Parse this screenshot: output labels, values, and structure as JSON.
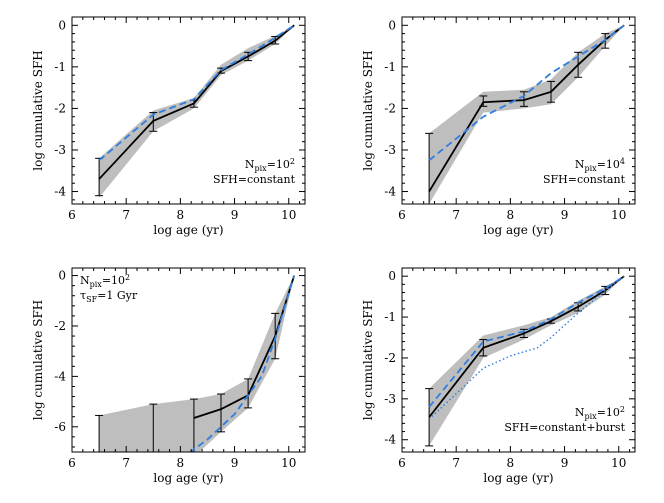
{
  "chart_data": [
    {
      "type": "line",
      "xlabel": "log age (yr)",
      "ylabel": "log cumulative SFH",
      "xlim": [
        6,
        10.3
      ],
      "ylim": [
        -4.3,
        0.2
      ],
      "xticks": [
        6,
        7,
        8,
        9,
        10
      ],
      "yticks": [
        -4,
        -3,
        -2,
        -1,
        0
      ],
      "annotation": [
        "N_pix=10^2",
        "SFH=constant"
      ],
      "x": [
        6.5,
        7.5,
        8.25,
        8.75,
        9.25,
        9.75,
        10.1
      ],
      "series": [
        {
          "values": [
            -3.7,
            -2.3,
            -1.88,
            -1.1,
            -0.75,
            -0.37,
            0
          ]
        },
        {
          "values": [
            -3.25,
            -2.15,
            -1.78,
            -1.08,
            -0.7,
            -0.3,
            0
          ]
        }
      ],
      "band": {
        "upper": [
          -3.2,
          -2.05,
          -1.75,
          -0.95,
          -0.55,
          -0.25,
          0
        ],
        "lower": [
          -4.15,
          -2.55,
          -2.0,
          -1.2,
          -0.85,
          -0.45,
          0
        ]
      },
      "errorbars": [
        {
          "x": 6.5,
          "low": -4.1,
          "high": -3.2
        },
        {
          "x": 7.5,
          "low": -2.55,
          "high": -2.1
        },
        {
          "x": 8.25,
          "low": -1.97,
          "high": -1.8
        },
        {
          "x": 8.75,
          "low": -1.15,
          "high": -1.03
        },
        {
          "x": 9.25,
          "low": -0.85,
          "high": -0.65
        },
        {
          "x": 9.75,
          "low": -0.45,
          "high": -0.27
        }
      ]
    },
    {
      "type": "line",
      "xlabel": "log age (yr)",
      "ylabel": "log cumulative SFH",
      "xlim": [
        6,
        10.3
      ],
      "ylim": [
        -4.3,
        0.2
      ],
      "xticks": [
        6,
        7,
        8,
        9,
        10
      ],
      "yticks": [
        -4,
        -3,
        -2,
        -1,
        0
      ],
      "annotation": [
        "N_pix=10^4",
        "SFH=constant"
      ],
      "x": [
        6.5,
        7.5,
        8.25,
        8.75,
        9.25,
        9.75,
        10.1
      ],
      "series": [
        {
          "values": [
            -4.0,
            -1.85,
            -1.8,
            -1.6,
            -0.95,
            -0.35,
            0
          ]
        },
        {
          "values": [
            -3.25,
            -2.2,
            -1.7,
            -1.15,
            -0.75,
            -0.35,
            0
          ]
        }
      ],
      "band": {
        "upper": [
          -2.6,
          -1.6,
          -1.55,
          -1.3,
          -0.65,
          -0.2,
          0
        ],
        "lower": [
          -4.3,
          -2.1,
          -2.0,
          -1.9,
          -1.25,
          -0.5,
          0
        ]
      },
      "errorbars": [
        {
          "x": 6.5,
          "low": -4.3,
          "high": -2.6
        },
        {
          "x": 7.5,
          "low": -1.95,
          "high": -1.7
        },
        {
          "x": 8.25,
          "low": -1.95,
          "high": -1.6
        },
        {
          "x": 8.75,
          "low": -1.85,
          "high": -1.35
        },
        {
          "x": 9.25,
          "low": -1.25,
          "high": -0.65
        },
        {
          "x": 9.75,
          "low": -0.55,
          "high": -0.2
        }
      ]
    },
    {
      "type": "line",
      "xlabel": "log age (yr)",
      "ylabel": "log cumulative SFH",
      "xlim": [
        6,
        10.3
      ],
      "ylim": [
        -7,
        0.3
      ],
      "xticks": [
        6,
        7,
        8,
        9,
        10
      ],
      "yticks": [
        -6,
        -4,
        -2,
        0
      ],
      "annotation": [
        "N_pix=10^2",
        "τ_SF=1 Gyr"
      ],
      "x": [
        8.25,
        8.75,
        9.25,
        9.75,
        10.1
      ],
      "series": [
        {
          "values": [
            -5.65,
            -5.3,
            -4.75,
            -2.4,
            0
          ]
        },
        {
          "x": [
            8.0,
            8.5,
            9.0,
            9.5,
            9.75,
            10.1
          ],
          "values": [
            -7.3,
            -6.5,
            -5.5,
            -4.0,
            -2.5,
            0
          ]
        }
      ],
      "band": {
        "x": [
          6.5,
          7.5,
          8.25,
          8.75,
          9.25,
          9.75,
          10.1
        ],
        "upper": [
          -5.55,
          -5.1,
          -4.9,
          -4.7,
          -4.1,
          -1.5,
          0
        ],
        "lower": [
          -7.2,
          -7.2,
          -7.2,
          -6.2,
          -5.25,
          -3.3,
          0
        ]
      },
      "errorbars": [
        {
          "x": 6.5,
          "low": -7.2,
          "high": -5.55
        },
        {
          "x": 7.5,
          "low": -7.2,
          "high": -5.1
        },
        {
          "x": 8.25,
          "low": -7.2,
          "high": -4.9
        },
        {
          "x": 8.75,
          "low": -6.2,
          "high": -4.7
        },
        {
          "x": 9.25,
          "low": -5.25,
          "high": -4.1
        },
        {
          "x": 9.75,
          "low": -3.3,
          "high": -1.5
        }
      ]
    },
    {
      "type": "line",
      "xlabel": "log age (yr)",
      "ylabel": "log cumulative SFH",
      "xlim": [
        6,
        10.3
      ],
      "ylim": [
        -4.3,
        0.2
      ],
      "xticks": [
        6,
        7,
        8,
        9,
        10
      ],
      "yticks": [
        -4,
        -3,
        -2,
        -1,
        0
      ],
      "annotation": [
        "N_pix=10^2",
        "SFH=constant+burst"
      ],
      "x": [
        6.5,
        7.5,
        8.25,
        8.75,
        9.25,
        9.75,
        10.1
      ],
      "series": [
        {
          "values": [
            -3.45,
            -1.75,
            -1.4,
            -1.1,
            -0.75,
            -0.35,
            0
          ]
        },
        {
          "values": [
            -3.2,
            -1.6,
            -1.35,
            -1.05,
            -0.65,
            -0.3,
            0
          ]
        },
        {
          "x": [
            6.5,
            7.5,
            8.0,
            8.5,
            8.75,
            9.25,
            9.75,
            10.1
          ],
          "values": [
            -3.5,
            -2.25,
            -1.95,
            -1.75,
            -1.5,
            -0.9,
            -0.35,
            0
          ]
        }
      ],
      "band": {
        "upper": [
          -2.75,
          -1.45,
          -1.2,
          -1.0,
          -0.6,
          -0.25,
          0
        ],
        "lower": [
          -4.15,
          -2.0,
          -1.55,
          -1.2,
          -0.9,
          -0.45,
          0
        ]
      },
      "errorbars": [
        {
          "x": 6.5,
          "low": -4.15,
          "high": -2.75
        },
        {
          "x": 7.5,
          "low": -1.95,
          "high": -1.55
        },
        {
          "x": 8.25,
          "low": -1.5,
          "high": -1.3
        },
        {
          "x": 8.75,
          "low": -1.15,
          "high": -1.05
        },
        {
          "x": 9.25,
          "low": -0.85,
          "high": -0.65
        },
        {
          "x": 9.75,
          "low": -0.45,
          "high": -0.25
        }
      ]
    }
  ],
  "colors": {
    "model": "#000000",
    "truth": "#2f7fdf",
    "band": "#bebebe",
    "axes": "#000000"
  }
}
